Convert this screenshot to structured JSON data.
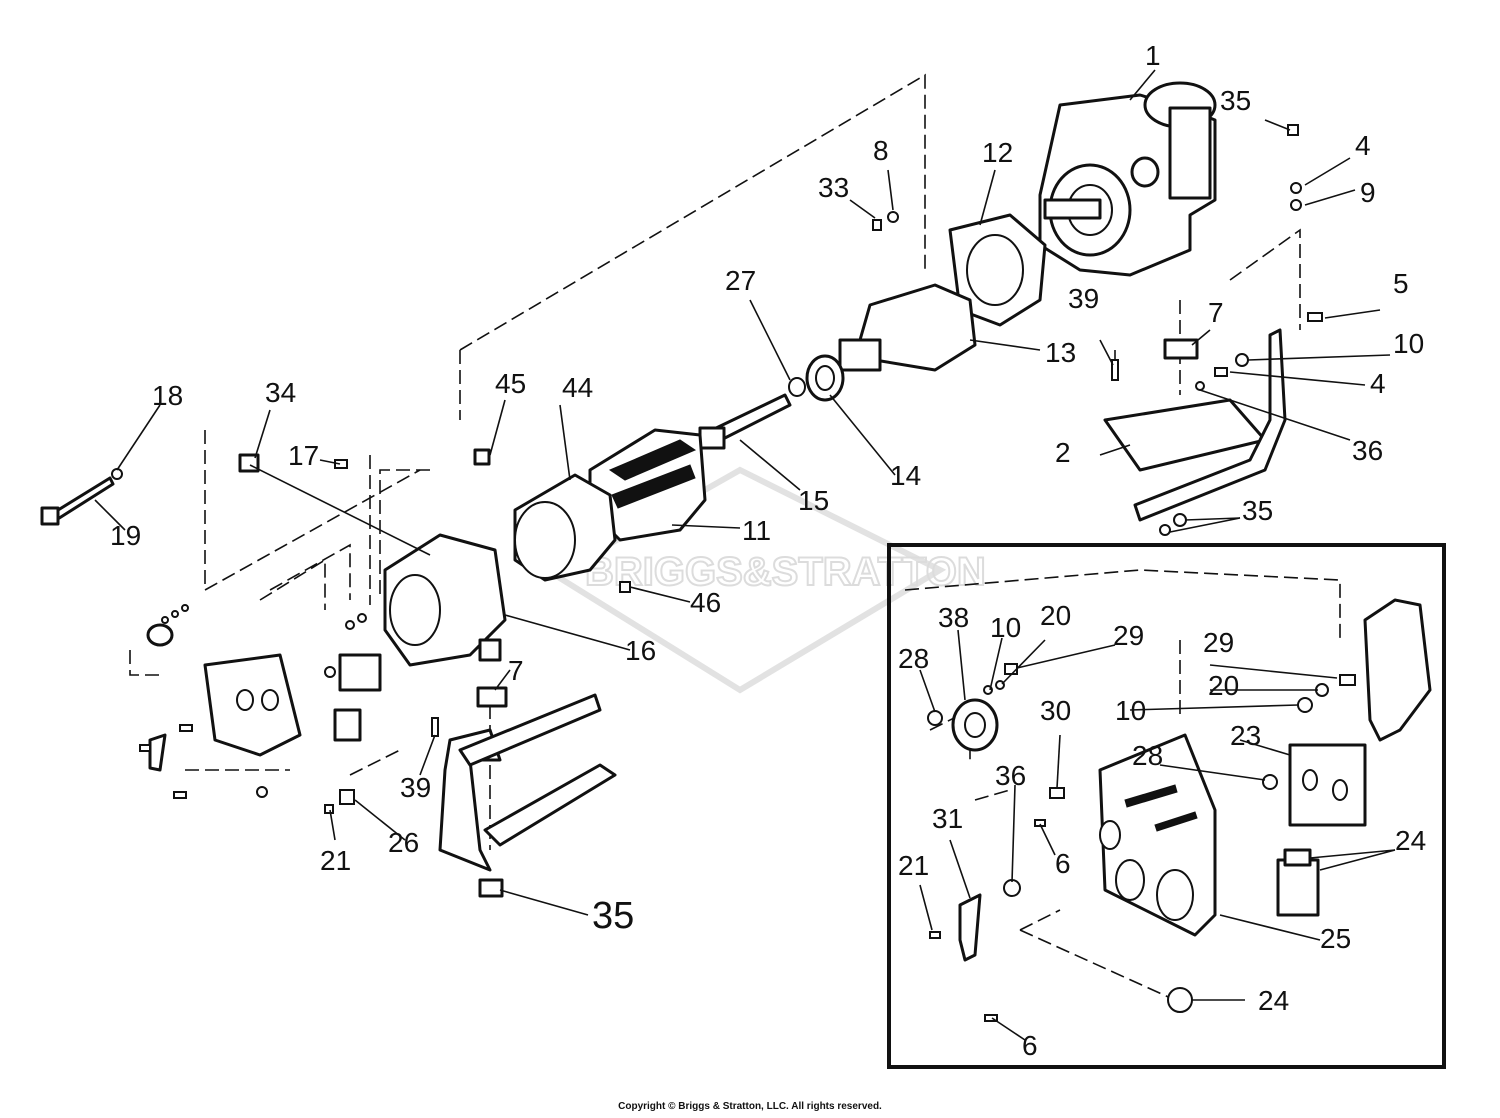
{
  "watermark": {
    "text": "BRIGGS&STRATTON"
  },
  "callouts": [
    "1",
    "35",
    "4",
    "9",
    "8",
    "33",
    "12",
    "5",
    "10",
    "4",
    "39",
    "7",
    "13",
    "27",
    "36",
    "2",
    "45",
    "44",
    "18",
    "34",
    "17",
    "14",
    "15",
    "35",
    "19",
    "11",
    "46",
    "16",
    "7",
    "39",
    "21",
    "26",
    "35",
    "38",
    "10",
    "20",
    "29",
    "28",
    "29",
    "20",
    "10",
    "30",
    "23",
    "28",
    "36",
    "6",
    "24",
    "31",
    "21",
    "25",
    "24",
    "6"
  ],
  "copyright": "Copyright © Briggs & Stratton, LLC. All rights reserved."
}
